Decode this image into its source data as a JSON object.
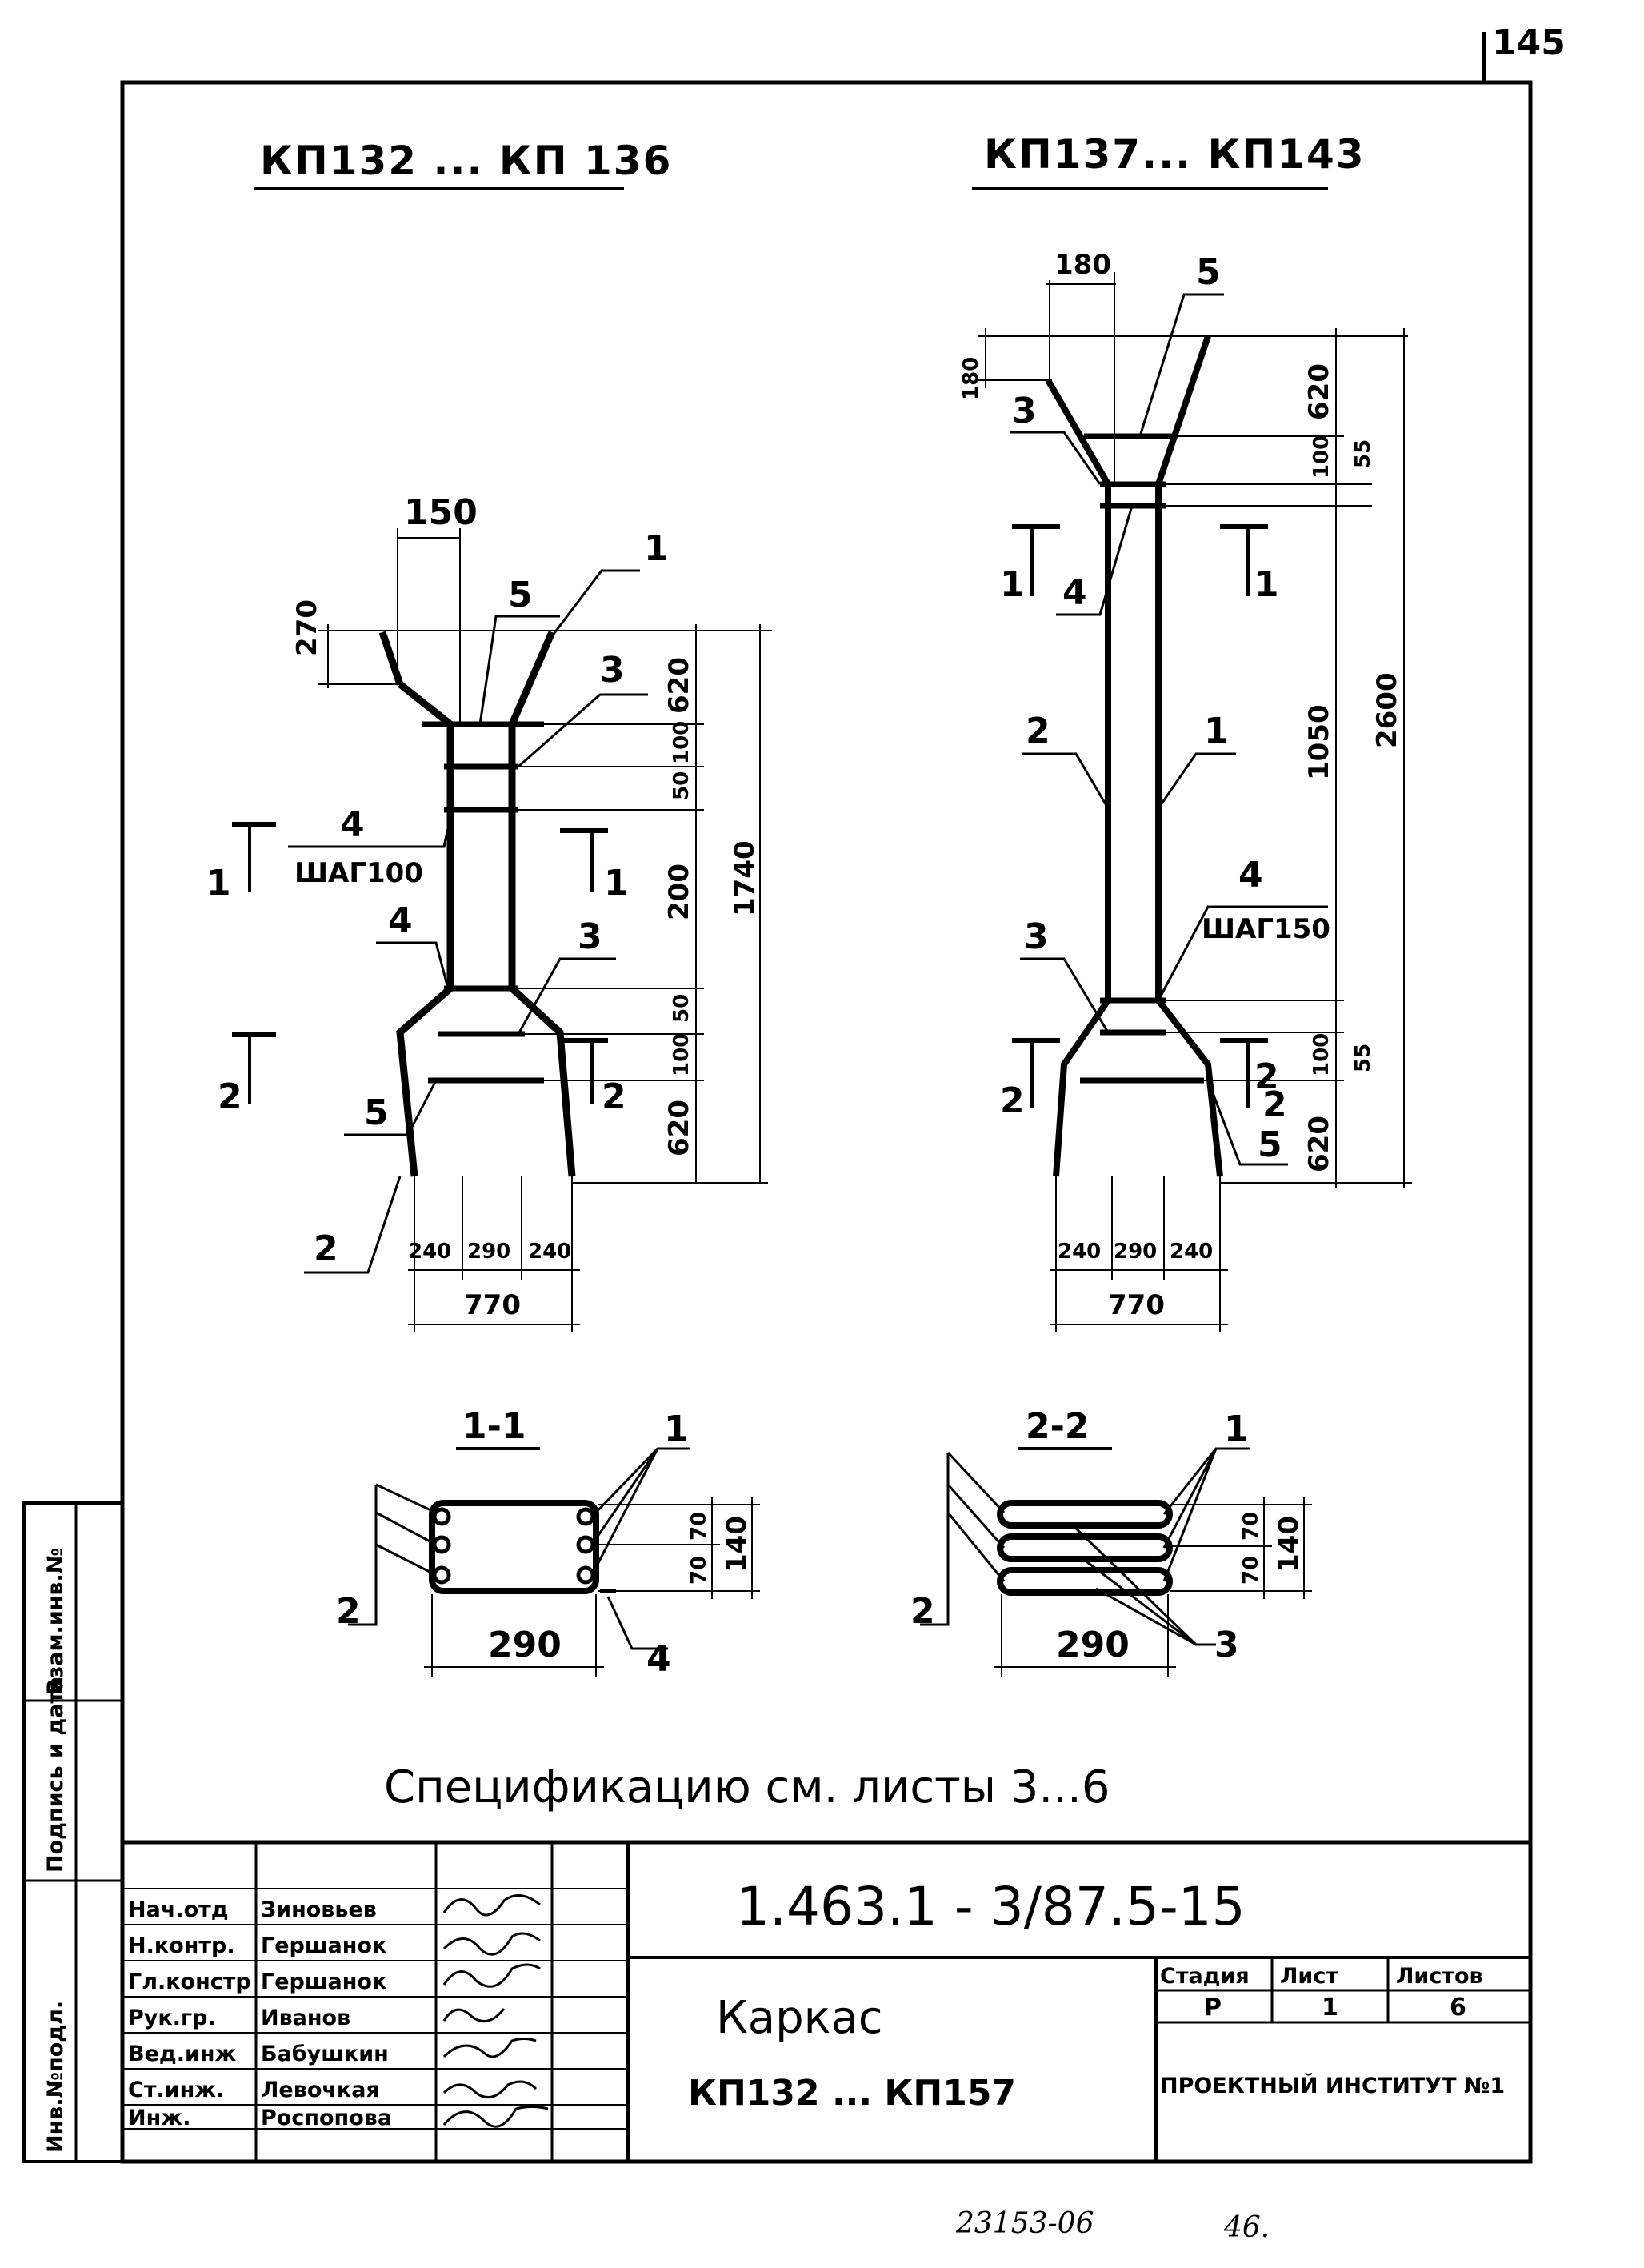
{
  "page_number": "145",
  "left_frame": {
    "title": "КП132 ... КП 136",
    "dim_top_width": "150",
    "dim_top_height": "270",
    "dim_right": [
      "620",
      "100",
      "50",
      "200",
      "50",
      "100",
      "620"
    ],
    "dim_total": "1740",
    "dim_bottom": [
      "240",
      "290",
      "240"
    ],
    "dim_bottom_total": "770",
    "marks": [
      "1",
      "5",
      "3",
      "4",
      "4",
      "3",
      "5",
      "2"
    ],
    "pitch": "ШАГ100",
    "section_marks": [
      "1",
      "1",
      "2",
      "2"
    ]
  },
  "right_frame": {
    "title": "КП137... КП143",
    "dim_top_width": "180",
    "dim_top_height": "180",
    "dim_right_upper": [
      "620",
      "100",
      "55"
    ],
    "dim_mid": "1050",
    "dim_total": "2600",
    "dim_right_lower": [
      "100",
      "55",
      "620"
    ],
    "dim_bottom": [
      "240",
      "290",
      "240"
    ],
    "dim_bottom_total": "770",
    "marks": [
      "5",
      "3",
      "4",
      "2",
      "1",
      "4",
      "3",
      "2",
      "5"
    ],
    "pitch": "ШАГ150",
    "section_marks": [
      "1",
      "1",
      "2",
      "2"
    ]
  },
  "section_1": {
    "title": "1-1",
    "width": "290",
    "dims_right": [
      "70",
      "70"
    ],
    "dim_total": "140",
    "marks": [
      "1",
      "2",
      "4"
    ]
  },
  "section_2": {
    "title": "2-2",
    "width": "290",
    "dims_right": [
      "70",
      "70"
    ],
    "dim_total": "140",
    "marks": [
      "1",
      "2",
      "3"
    ]
  },
  "spec_note": "Спецификацию см. листы 3...6",
  "side_stamp": [
    "Инв.№подл.",
    "Подпись и дата",
    "Взам.инв.№"
  ],
  "title_block": {
    "code": "1.463.1 - 3/87.5-15",
    "name": "Каркас",
    "range": "КП132 ... КП157",
    "stage_header": "Стадия",
    "sheet_header": "Лист",
    "sheets_header": "Листов",
    "stage": "Р",
    "sheet": "1",
    "sheets": "6",
    "org": "ПРОЕКТНЫЙ ИНСТИТУТ №1",
    "roles": [
      "Нач.отд",
      "Н.контр.",
      "Гл.констр",
      "Рук.гр.",
      "Вед.инж",
      "Ст.инж.",
      "Инж."
    ],
    "names": [
      "Зиновьев",
      "Гершанок",
      "Гершанок",
      "Иванов",
      "Бабушкин",
      "Левочкая",
      "Роспопова"
    ]
  },
  "footer_left": "23153-06",
  "footer_right": "46."
}
